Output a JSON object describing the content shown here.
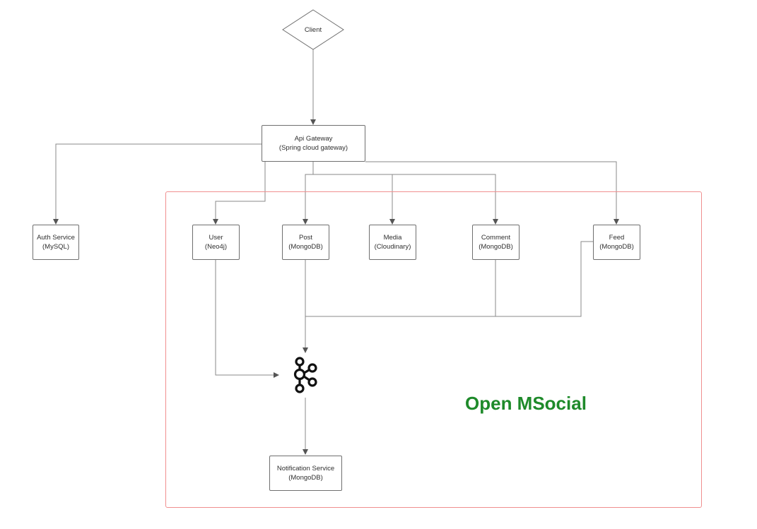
{
  "title": "Open MSocial",
  "colors": {
    "boundary": "#f08f8f",
    "title": "#1e8a2a",
    "connector": "#7a7a7a",
    "node_border": "#6f6f6f"
  },
  "client": {
    "label": "Client"
  },
  "gateway": {
    "name": "Api Gateway",
    "detail": "(Spring cloud gateway)"
  },
  "auth_service": {
    "name": "Auth Service",
    "detail": "(MySQL)"
  },
  "services": [
    {
      "name": "User",
      "detail": "(Neo4j)"
    },
    {
      "name": "Post",
      "detail": "(MongoDB)"
    },
    {
      "name": "Media",
      "detail": "(Cloudinary)"
    },
    {
      "name": "Comment",
      "detail": "(MongoDB)"
    },
    {
      "name": "Feed",
      "detail": "(MongoDB)"
    }
  ],
  "message_broker": {
    "icon": "kafka-icon"
  },
  "notification_service": {
    "name": "Notification Service",
    "detail": "(MongoDB)"
  }
}
